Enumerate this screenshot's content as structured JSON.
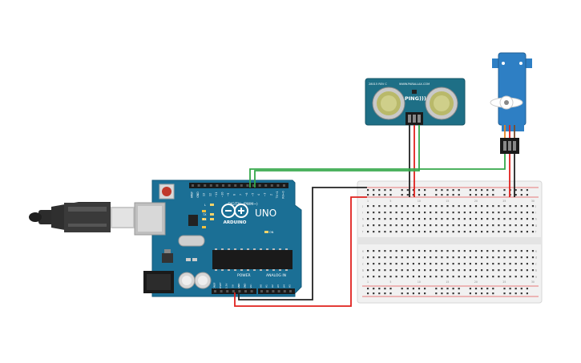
{
  "board": {
    "brand": "ARDUINO",
    "model": "UNO",
    "digital_label": "DIGITAL (PWM~)",
    "power_label": "POWER",
    "analog_label": "ANALOG IN",
    "led_l": "L",
    "led_tx": "TX",
    "led_rx": "RX",
    "on_label": "ON",
    "digital_pins": [
      "AREF",
      "GND",
      "13",
      "12",
      "~11",
      "~10",
      "~9",
      "8",
      "7",
      "~6",
      "~5",
      "4",
      "~3",
      "2",
      "TX→1",
      "RX←0"
    ],
    "power_pins": [
      "IOREF",
      "RESET",
      "3.3V",
      "5V",
      "GND",
      "GND",
      "Vin"
    ],
    "analog_pins": [
      "A0",
      "A1",
      "A2",
      "A3",
      "A4",
      "A5"
    ]
  },
  "sensor": {
    "name": "PING)))",
    "part": "28015 REV C",
    "url": "WWW.PARALLAX.COM"
  },
  "breadboard": {
    "col_numbers": [
      "1",
      "5",
      "10",
      "15",
      "20",
      "25",
      "30"
    ],
    "row_letters_top": [
      "j",
      "i",
      "h",
      "g",
      "f"
    ],
    "row_letters_bottom": [
      "e",
      "d",
      "c",
      "b",
      "a"
    ]
  },
  "colors": {
    "board": "#1b6f95",
    "sensor_pcb": "#1e6f86",
    "servo_body": "#2e7fc4",
    "wire_red": "#e0211d",
    "wire_black": "#222222",
    "wire_green": "#34a84a",
    "breadboard": "#f1f1f1"
  }
}
